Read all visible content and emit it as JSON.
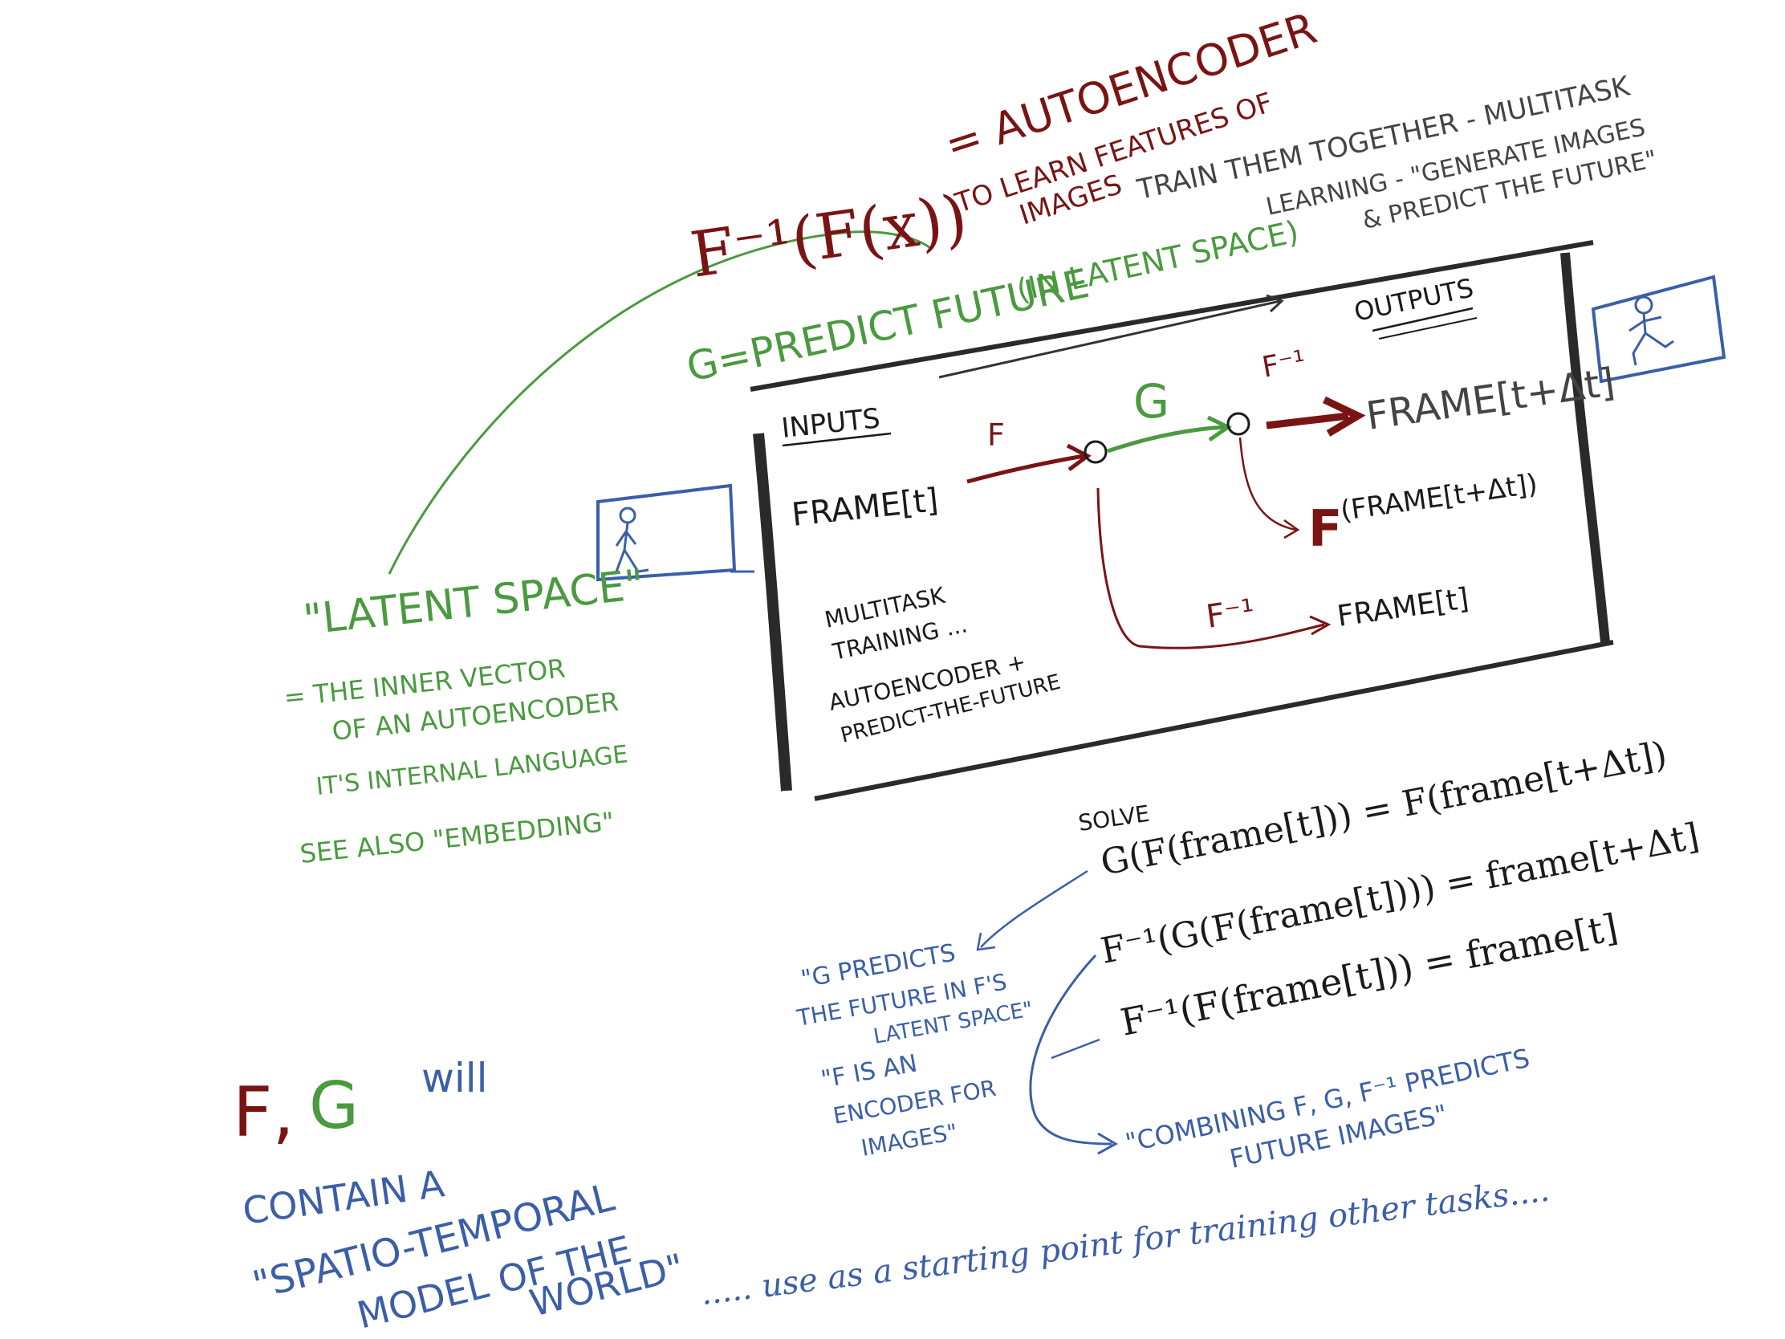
{
  "colors": {
    "red": "#7a1414",
    "green": "#4a9a3f",
    "gray": "#444444",
    "blue": "#3b5ea8",
    "black": "#1a1a1a"
  },
  "top": {
    "autoencoder_formula": "F⁻¹(F(x))",
    "autoencoder_text": "= AUTOENCODER",
    "learn_line1": "TO LEARN FEATURES OF",
    "learn_line2": "IMAGES",
    "train_together_line1": "TRAIN THEM TOGETHER - MULTITASK",
    "train_together_line2": "LEARNING - \"GENERATE IMAGES",
    "train_together_line3": "& PREDICT THE FUTURE\"",
    "g_predict": "G=PREDICT FUTURE",
    "g_predict_paren": "(IN LATENT SPACE)"
  },
  "box": {
    "inputs_label": "INPUTS",
    "outputs_label": "OUTPUTS",
    "frame_t": "FRAME[t]",
    "f_label": "F",
    "g_label": "G",
    "finv_label": "F⁻¹",
    "frame_out": "FRAME[t+Δt]",
    "f_bold": "F",
    "f_frame_out": "(FRAME[t+Δt])",
    "finv_bottom": "F⁻¹",
    "frame_t_out": "FRAME[t]",
    "multitask_line1": "MULTITASK",
    "multitask_line2": "TRAINING ...",
    "multitask_line3": "AUTOENCODER +",
    "multitask_line4": "PREDICT-THE-FUTURE"
  },
  "latent": {
    "title": "\"LATENT SPACE\"",
    "line1": "= THE INNER VECTOR",
    "line2": "OF AN AUTOENCODER",
    "line3": "IT'S INTERNAL LANGUAGE",
    "line4": "SEE ALSO \"EMBEDDING\""
  },
  "equations": {
    "solve": "SOLVE",
    "eq1": "G(F(frame[t])) = F(frame[t+Δt])",
    "eq2": "F⁻¹(G(F(frame[t]))) = frame[t+Δt]",
    "eq3": "F⁻¹(F(frame[t])) = frame[t]"
  },
  "blue_notes": {
    "g_predicts_line1": "\"G PREDICTS",
    "g_predicts_line2": "THE FUTURE IN F'S",
    "g_predicts_line3": "LATENT SPACE\"",
    "f_is_line1": "\"F IS AN",
    "f_is_line2": "ENCODER FOR",
    "f_is_line3": "IMAGES\"",
    "combining_line1": "\"COMBINING F, G, F⁻¹ PREDICTS",
    "combining_line2": "FUTURE IMAGES\""
  },
  "bottom": {
    "f_comma": "F,",
    "g": "G",
    "will": "will",
    "contain": "CONTAIN A",
    "spatio": "\"SPATIO-TEMPORAL",
    "model": "MODEL OF THE",
    "world": "WORLD\"",
    "use_as": "..... use as a starting point for training other tasks...."
  }
}
